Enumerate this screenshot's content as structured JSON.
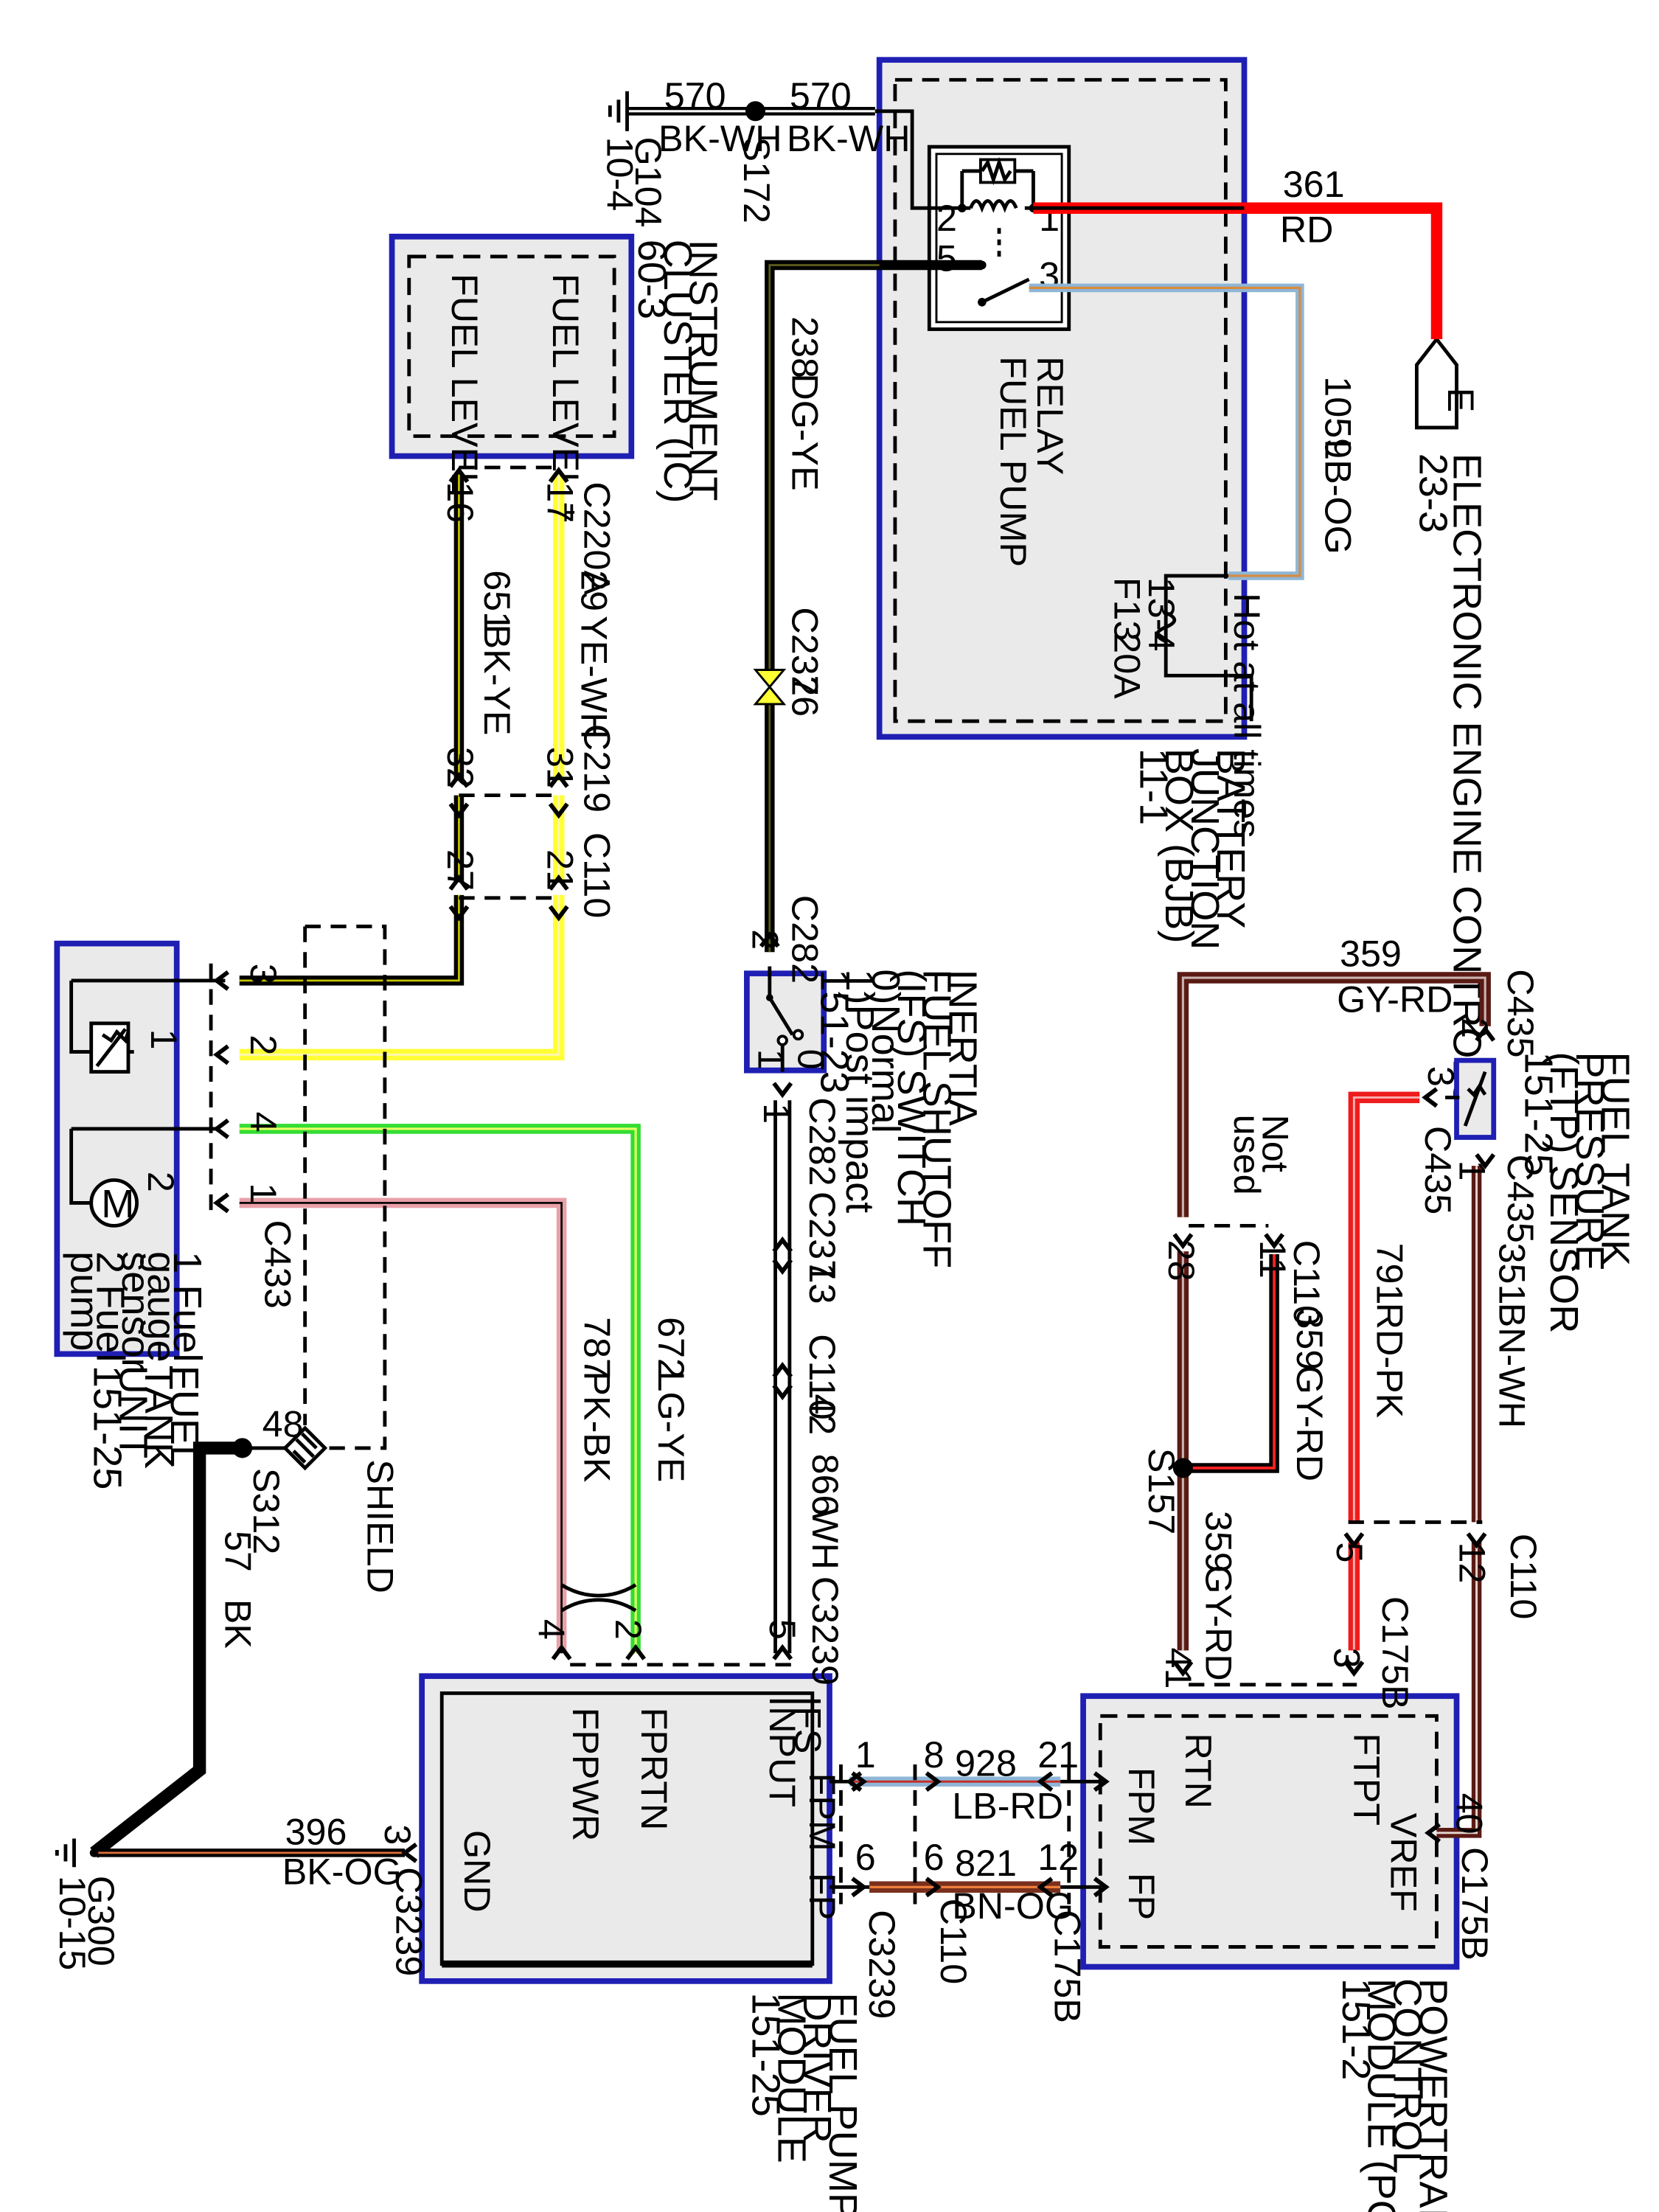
{
  "wires": {
    "w570a": {
      "circuit": "570",
      "color": "BK-WH"
    },
    "w570b": {
      "circuit": "570",
      "color": "BK-WH"
    },
    "w361": {
      "circuit": "361",
      "color": "RD"
    },
    "w238": {
      "circuit": "238",
      "color": "DG-YE"
    },
    "w1059": {
      "circuit": "1059",
      "color": "LB-OG"
    },
    "w29": {
      "circuit": "29",
      "color": "YE-WH"
    },
    "w651": {
      "circuit": "651",
      "color": "BK-YE"
    },
    "w672": {
      "circuit": "672",
      "color": "LG-YE"
    },
    "w787": {
      "circuit": "787",
      "color": "PK-BK"
    },
    "w866": {
      "circuit": "866",
      "color": "WH"
    },
    "w57": {
      "circuit": "57",
      "color": "BK"
    },
    "w396": {
      "circuit": "396",
      "color": "BK-OG"
    },
    "w928": {
      "circuit": "928",
      "color": "LB-RD"
    },
    "w821": {
      "circuit": "821",
      "color": "BN-OG"
    },
    "w359a": {
      "circuit": "359",
      "color": "GY-RD"
    },
    "w359b": {
      "circuit": "359",
      "color": "GY-RD"
    },
    "w359c": {
      "circuit": "359",
      "color": "GY-RD"
    },
    "w791": {
      "circuit": "791",
      "color": "RD-PK"
    },
    "w351": {
      "circuit": "351",
      "color": "BN-WH"
    }
  },
  "components": {
    "g104": {
      "name": "G104",
      "ref": "10-4"
    },
    "s172": {
      "name": "S172"
    },
    "bjb": {
      "name": "BATTERY",
      "name2": "JUNCTION",
      "name3": "BOX (BJB)",
      "ref": "11-1"
    },
    "relay": {
      "name": "FUEL PUMP",
      "name2": "RELAY",
      "pins": [
        "2",
        "1",
        "5",
        "3"
      ]
    },
    "fuse": {
      "name": "F13",
      "ref": "13-4",
      "rating": "20A",
      "note": "Hot at all times"
    },
    "ecc": {
      "letter": "E",
      "name": "ELECTRONIC ENGINE CONTROLS",
      "ref": "23-3"
    },
    "ic": {
      "name": "INSTRUMENT",
      "name2": "CLUSTER (IC)",
      "ref": "60-3",
      "pin_a": "FUEL LEVEL +",
      "pin_b": "FUEL LEVEL -"
    },
    "ifs": {
      "name": "INERTIA",
      "name2": "FUEL SHUTOFF",
      "name3": "(IFS) SWITCH",
      "note1": "0)Normal",
      "note2": "1)Post impact",
      "ref": "151-23",
      "pos0": "0",
      "pos1": "1"
    },
    "ftu": {
      "name": "FUEL",
      "name2": "TANK",
      "name3": "UNIT",
      "ref": "151-25",
      "legend1": "1 Fuel",
      "legend2": "gauge",
      "legend3": "sensor",
      "legend4": "2 Fuel",
      "legend5": "pump",
      "pin1": "1",
      "pin2": "2",
      "motor": "M"
    },
    "fpdm": {
      "name": "FUEL PUMP",
      "name2": "DRIVER",
      "name3": "MODULE",
      "ref": "151-25",
      "p_fppwr": "FPPWR",
      "p_fprtn": "FPRTN",
      "p_ifs": "IFS",
      "p_ifs2": "INPUT",
      "p_fpm": "FPM",
      "p_fp": "FP",
      "p_gnd": "GND"
    },
    "pcm": {
      "name": "POWERTRAIN",
      "name2": "CONTROL",
      "name3": "MODULE (PCM)",
      "ref": "151-2",
      "p_fpm": "FPM",
      "p_fp": "FP",
      "p_rtn": "RTN",
      "p_ftpt": "FTPT",
      "p_vref": "VREF"
    },
    "ftp": {
      "name": "FUEL TANK",
      "name2": "PRESSURE",
      "name3": "(FTP) SENSOR",
      "ref": "151-25"
    },
    "s312": {
      "name": "S312"
    },
    "s157": {
      "name": "S157"
    },
    "g300": {
      "name": "G300",
      "ref": "10-15"
    },
    "shield": {
      "name": "SHIELD",
      "pin": "48"
    },
    "notused": {
      "text": "Not",
      "text2": "used"
    }
  },
  "connectors": {
    "c220a": "C220A",
    "c219": "C219",
    "c110a": "C110",
    "c237a": "C237",
    "c282a": "C282",
    "c282b": "C282",
    "c237b": "C237",
    "c110b": "C110",
    "c3239a": "C3239",
    "c3239b": "C3239",
    "c3239c": "C3239",
    "c110c": "C110",
    "c175b_a": "C175B",
    "c433": "C433",
    "c435a": "C435",
    "c435b": "C435",
    "c435c": "C435",
    "c110d": "C110",
    "c110e": "C110",
    "c175b_b": "C175B",
    "c175b_c": "C175B"
  },
  "pins": {
    "p17": "17",
    "p16": "16",
    "p31": "31",
    "p32": "32",
    "p21": "21",
    "p27": "27",
    "p26": "26",
    "p2ifs": "2",
    "p1ifs": "1",
    "p13": "13",
    "p42": "42",
    "p5": "5",
    "ft3": "3",
    "ft2": "2",
    "ft4": "4",
    "ft1": "1",
    "fp4": "4",
    "fp2": "2",
    "fp3": "3",
    "c1": "1",
    "c8": "8",
    "c21": "21",
    "c6a": "6",
    "c6b": "6",
    "c12a": "12",
    "ftp2": "2",
    "ftp3": "3",
    "ftp1": "1",
    "p28": "28",
    "p11": "11",
    "p5b": "5",
    "p12b": "12",
    "p41": "41",
    "p3b": "3",
    "p40": "40"
  }
}
